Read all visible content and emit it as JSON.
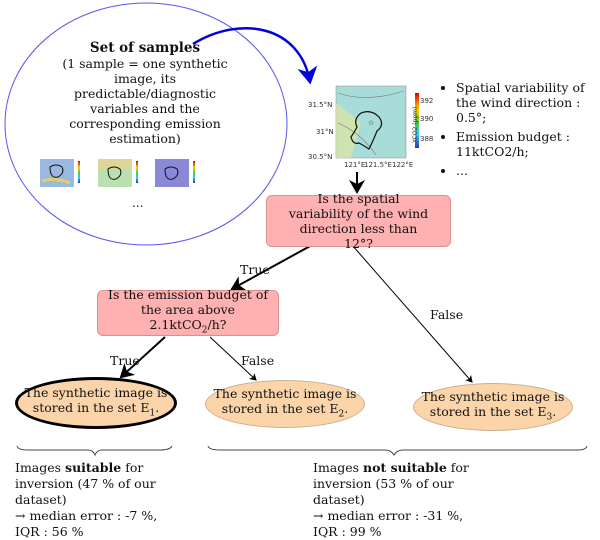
{
  "samples_set": {
    "title": "Set of samples",
    "description": "(1 sample = one synthetic image, its predictable/diagnostic variables and the corresponding emission estimation)",
    "ellipsis": "..."
  },
  "example_image": {
    "lat_ticks": [
      "31.5°N",
      "31°N",
      "30.5°N"
    ],
    "lon_ticks": [
      "121°E",
      "121.5°E",
      "122°E"
    ],
    "colorbar_ticks": [
      "392",
      "390",
      "388"
    ],
    "colorbar_label": "XCO2 (ppm)"
  },
  "sample_variables": [
    {
      "text": "Spatial variability of the wind direction : 0.5°;"
    },
    {
      "text": "Emission budget : 11ktCO2/h;"
    },
    {
      "text": "..."
    }
  ],
  "decision_nodes": [
    {
      "id": "wind",
      "text": "Is the spatial variability of the wind direction less than 12°?"
    },
    {
      "id": "budget",
      "text_pre": "Is the emission budget of the area above 2.1ktCO",
      "sub": "2",
      "text_post": "/h?"
    }
  ],
  "edge_labels": {
    "wind_true": "True",
    "wind_false": "False",
    "budget_true": "True",
    "budget_false": "False"
  },
  "leaves": [
    {
      "line1": "The synthetic image is",
      "line2": "stored in the set E",
      "sub": "1",
      "highlighted": true
    },
    {
      "line1": "The synthetic image is",
      "line2": "stored in the set E",
      "sub": "2",
      "highlighted": false
    },
    {
      "line1": "The synthetic image is",
      "line2": "stored in the set E",
      "sub": "3",
      "highlighted": false
    }
  ],
  "summaries": [
    {
      "pre": "Images ",
      "bold": "suitable",
      "post": " for inversion (47 % of our dataset)",
      "line3": "→ median error : -7 %,",
      "line4": "IQR : 56 %"
    },
    {
      "pre": "Images ",
      "bold": "not suitable",
      "post": " for inversion (53 % of our dataset)",
      "line3": "→ median error : -31 %,",
      "line4": "IQR : 99 %"
    }
  ],
  "colors": {
    "decision_fill": "#ffb0b0",
    "leaf_fill": "#fbd5a9",
    "samples_circle": "#5555ee",
    "arrow_blue": "#0000dd"
  }
}
